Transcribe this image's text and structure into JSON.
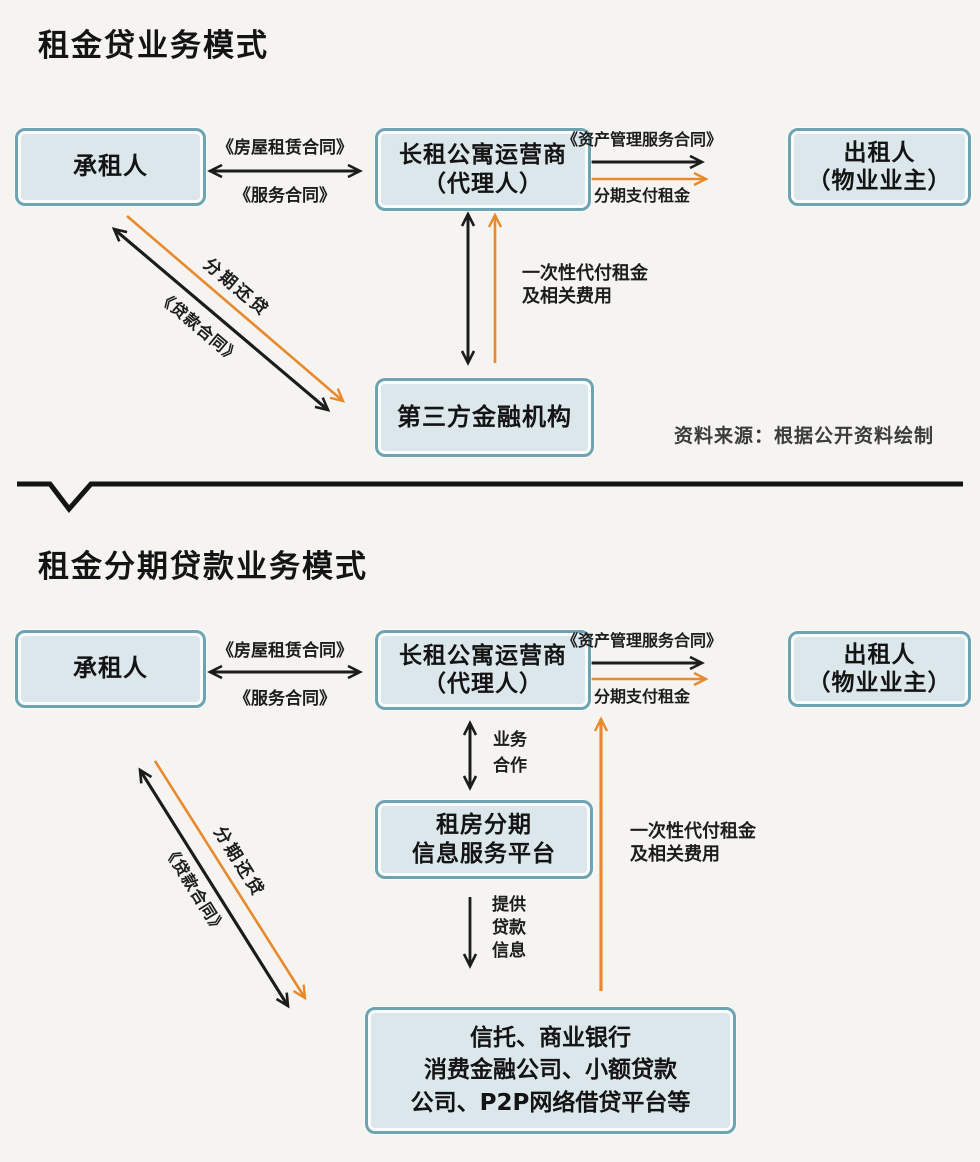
{
  "colors": {
    "background": "#f5f4f1",
    "box_fill": "#dbe7eb",
    "box_border": "#6ea4b2",
    "arrow_black": "#1c1c1c",
    "arrow_orange": "#e8892e",
    "text": "#141414"
  },
  "diagram1": {
    "title": "租金贷业务模式",
    "source_note": "资料来源：根据公开资料绘制",
    "nodes": {
      "tenant": "承租人",
      "operator": "长租公寓运营商\n（代理人）",
      "landlord": "出租人\n（物业业主）",
      "third_party_finance": "第三方金融机构"
    },
    "labels": {
      "housing_lease_contract": "《房屋租赁合同》",
      "service_contract": "《服务合同》",
      "asset_mgmt_service_contract": "《资产管理服务合同》",
      "installment_rent_payment": "分期支付租金",
      "lump_sum_advance": "一次性代付租金\n及相关费用",
      "installment_repayment": "分期还贷",
      "loan_contract": "《贷款合同》"
    }
  },
  "diagram2": {
    "title": "租金分期贷款业务模式",
    "nodes": {
      "tenant": "承租人",
      "operator": "长租公寓运营商\n（代理人）",
      "landlord": "出租人\n（物业业主）",
      "platform": "租房分期\n信息服务平台",
      "lenders": "信托、商业银行\n消费金融公司、小额贷款\n公司、P2P网络借贷平台等"
    },
    "labels": {
      "housing_lease_contract": "《房屋租赁合同》",
      "service_contract": "《服务合同》",
      "asset_mgmt_service_contract": "《资产管理服务合同》",
      "installment_rent_payment": "分期支付租金",
      "business_cooperation": "业务\n合作",
      "provide_loan_info": "提供\n贷款\n信息",
      "lump_sum_advance": "一次性代付租金\n及相关费用",
      "installment_repayment": "分期还贷",
      "loan_contract": "《贷款合同》"
    }
  }
}
